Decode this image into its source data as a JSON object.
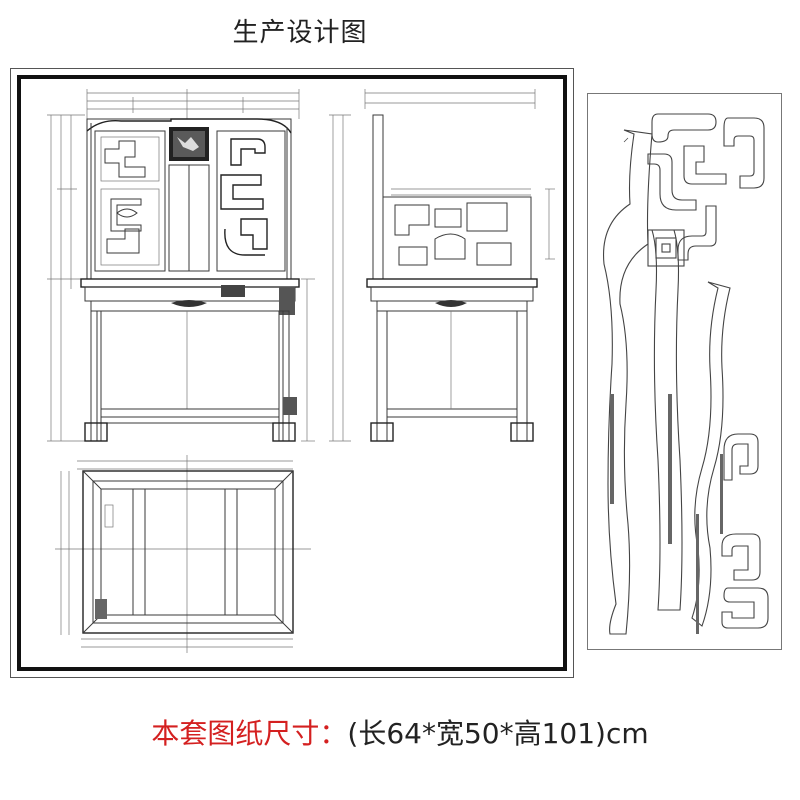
{
  "header": {
    "title": "生产设计图"
  },
  "caption": {
    "label": "本套图纸尺寸：",
    "dimensions": "(长64*宽50*高101)cm"
  },
  "drawings": {
    "front_view": {
      "name": "front-elevation"
    },
    "side_view": {
      "name": "side-elevation"
    },
    "plan_view": {
      "name": "top-plan"
    },
    "pattern_sheet": {
      "name": "component-templates"
    }
  },
  "colors": {
    "caption_label": "#d42020",
    "caption_dims": "#222222",
    "frame_border": "#111111"
  }
}
